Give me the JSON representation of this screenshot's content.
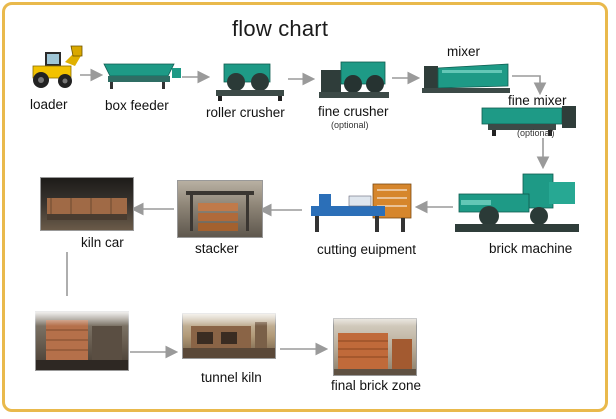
{
  "title": "flow chart",
  "nodes": {
    "loader": {
      "label": "loader"
    },
    "box_feeder": {
      "label": "box feeder"
    },
    "roller_crusher": {
      "label": "roller crusher"
    },
    "fine_crusher": {
      "label": "fine crusher",
      "note": "(optional)"
    },
    "mixer": {
      "label": "mixer"
    },
    "fine_mixer": {
      "label": "fine mixer",
      "note": "(optional)"
    },
    "brick_machine": {
      "label": "brick machine"
    },
    "cutting_equipment": {
      "label": "cutting euipment"
    },
    "stacker": {
      "label": "stacker"
    },
    "kiln_car": {
      "label": "kiln car"
    },
    "tunnel_kiln": {
      "label": "tunnel kiln"
    },
    "final_brick_zone": {
      "label": "final brick zone"
    }
  },
  "colors": {
    "frame": "#e9b94c",
    "arrow": "#9a9a9a",
    "machine_green": "#1e9a86",
    "machine_dark": "#2f3d3a",
    "loader_yellow": "#f2c200",
    "brick_orange": "#c06a3a"
  }
}
